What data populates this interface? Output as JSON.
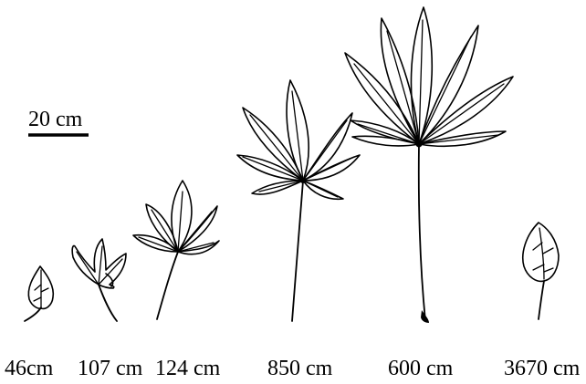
{
  "scale_bar": {
    "label": "20 cm"
  },
  "leaves": [
    {
      "id": "leaf-1",
      "shape": "entire",
      "height_label": "46cm"
    },
    {
      "id": "leaf-2",
      "shape": "lobed",
      "height_label": "107 cm"
    },
    {
      "id": "leaf-3",
      "shape": "palmate",
      "height_label": "124 cm"
    },
    {
      "id": "leaf-4",
      "shape": "palmate",
      "height_label": "850 cm"
    },
    {
      "id": "leaf-5",
      "shape": "palmate",
      "height_label": "600 cm"
    },
    {
      "id": "leaf-6",
      "shape": "entire",
      "height_label": "3670 cm"
    }
  ]
}
